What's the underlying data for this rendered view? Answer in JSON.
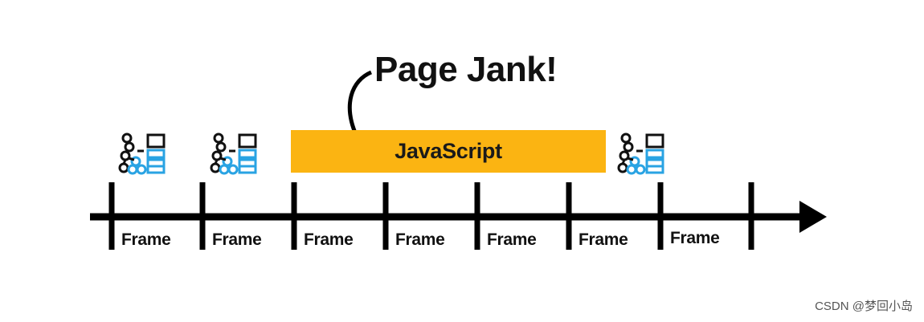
{
  "callout": {
    "text": "Page Jank!"
  },
  "js_bar": {
    "label": "JavaScript",
    "color": "#FBB412"
  },
  "frames": [
    {
      "label": "Frame",
      "rendered": true
    },
    {
      "label": "Frame",
      "rendered": true
    },
    {
      "label": "Frame",
      "rendered": false
    },
    {
      "label": "Frame",
      "rendered": false
    },
    {
      "label": "Frame",
      "rendered": false
    },
    {
      "label": "Frame",
      "rendered": false
    },
    {
      "label": "Frame",
      "rendered": true
    }
  ],
  "icon": {
    "name": "render-pipeline-icon",
    "accent": "#29A3E3",
    "ink": "#111111"
  },
  "watermark": {
    "text": "CSDN @梦回小岛"
  }
}
